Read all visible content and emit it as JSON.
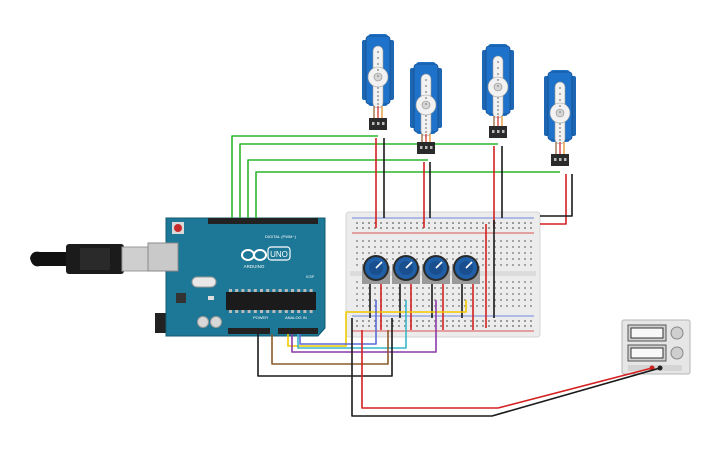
{
  "arduino": {
    "model_label": "UNO",
    "brand_label": "ARDUINO",
    "digital_header_label": "DIGITAL (PWM~)",
    "power_label": "POWER",
    "analog_label": "ANALOG IN",
    "icsp_label": "ICSP",
    "board_color": "#1c7896",
    "usb_color": "#c9c9c9"
  },
  "servos": {
    "count": 4,
    "body_color": "#1f72c9",
    "horn_color": "#f2f2f2"
  },
  "potentiometers": {
    "count": 4,
    "knob_color": "#1f5fa8"
  },
  "power_supply": {
    "display_top": "",
    "display_bottom": ""
  },
  "wire_colors": {
    "green": "#2db52d",
    "red": "#d42020",
    "black": "#1a1a1a",
    "yellow": "#f0c800",
    "cyan": "#39b7c8",
    "purple": "#8a3aa8",
    "brown": "#8b5a2b",
    "blue": "#5a6bd8"
  }
}
